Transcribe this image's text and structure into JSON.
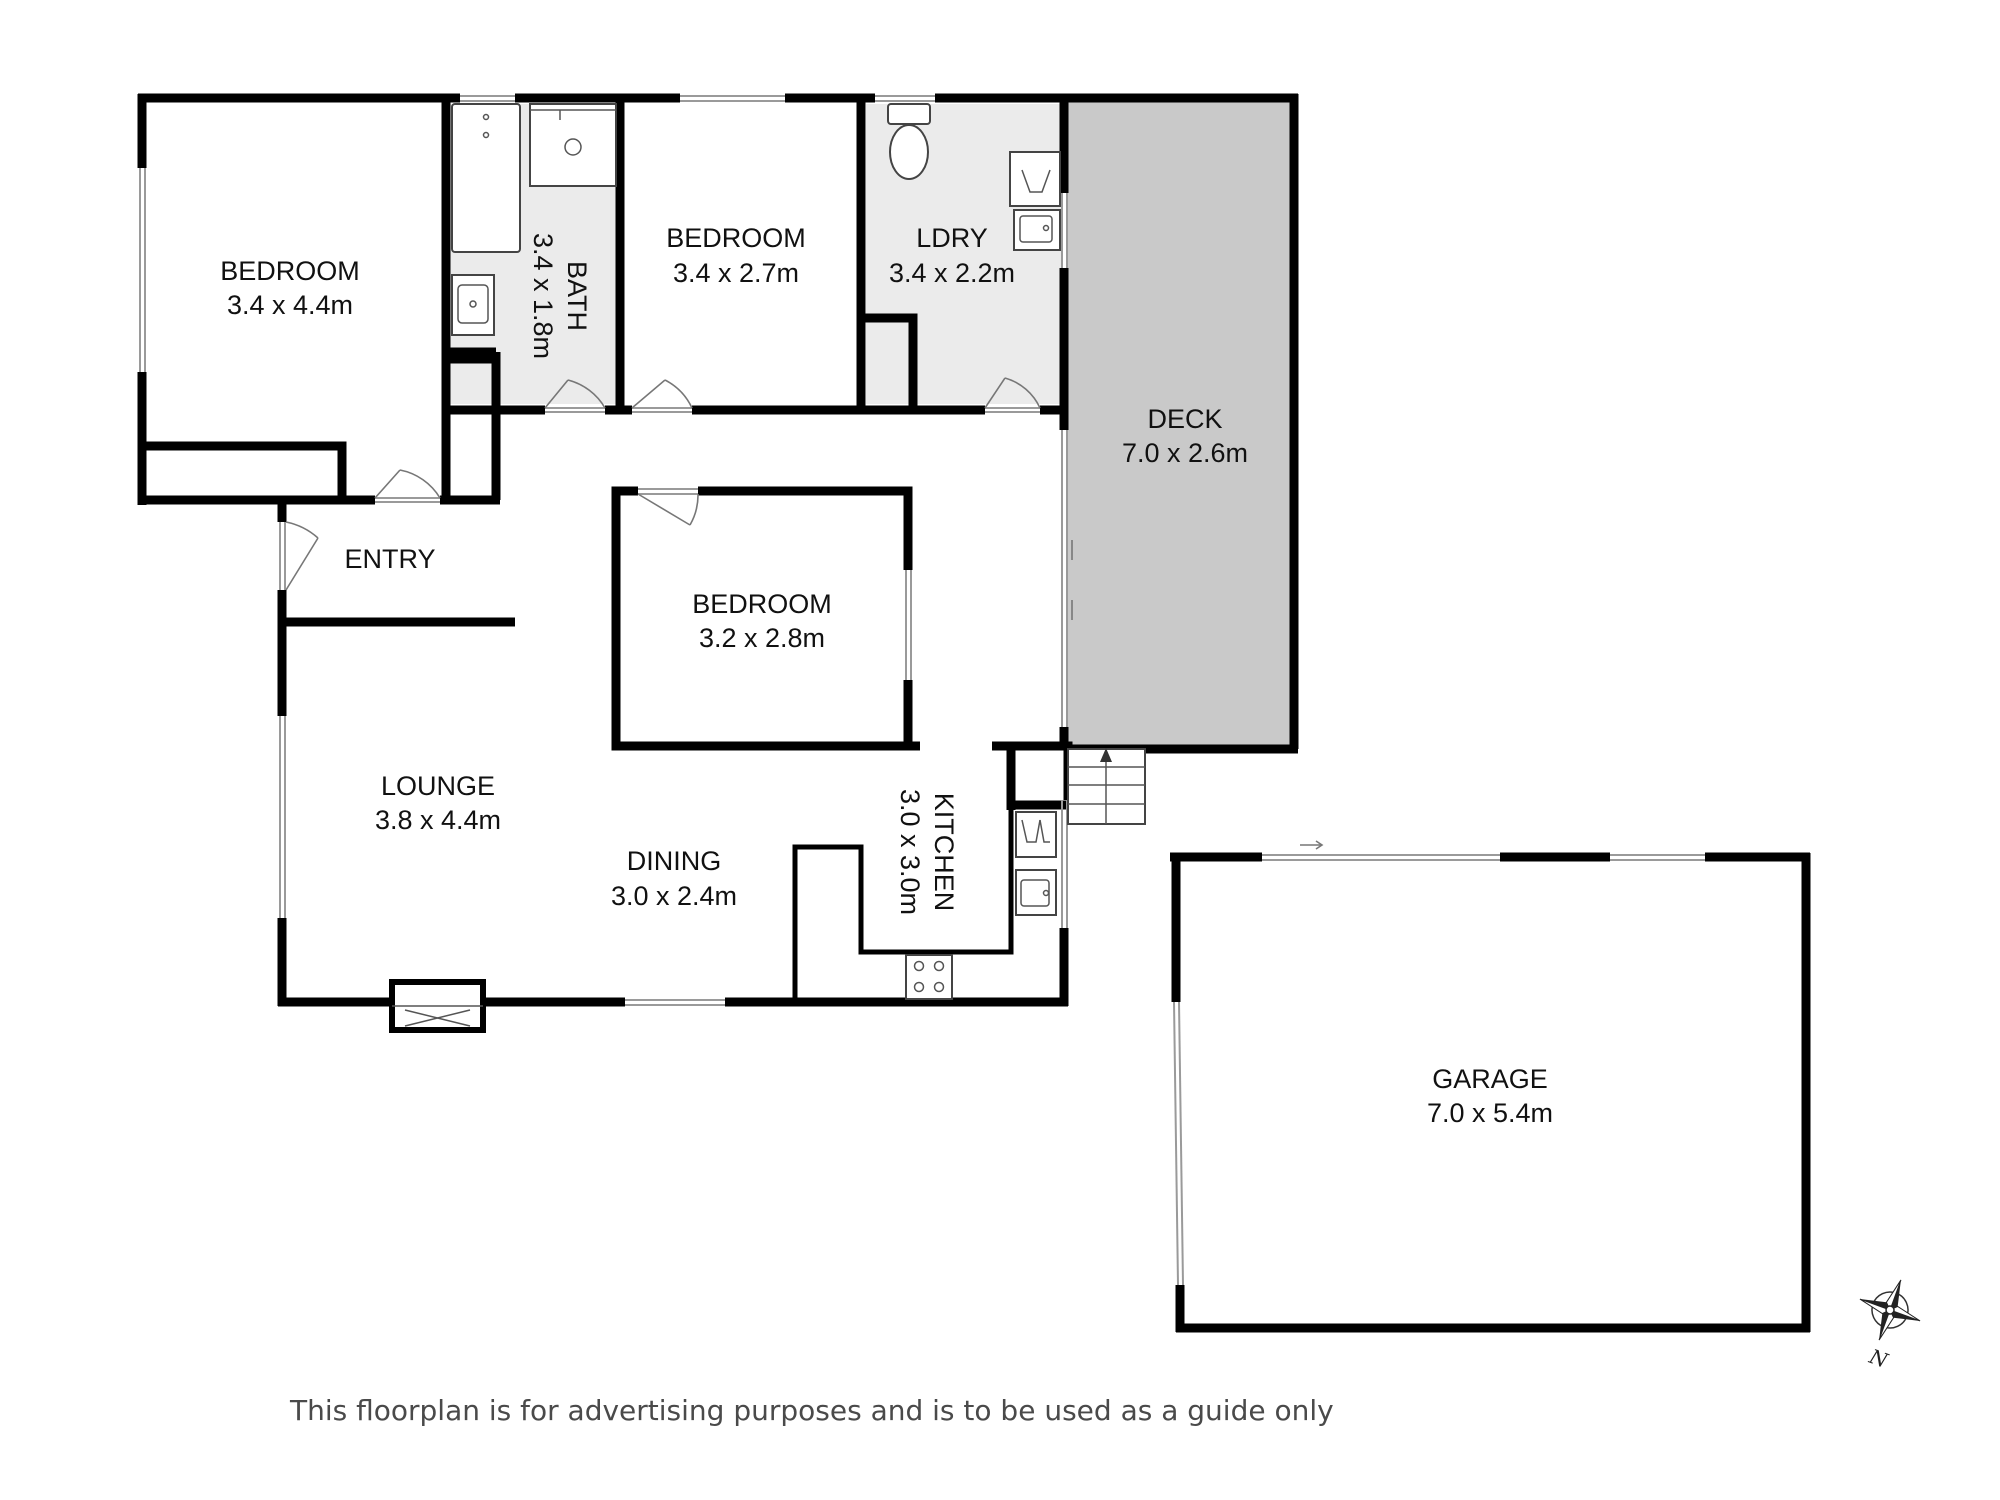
{
  "rooms": {
    "bedroom1": {
      "name": "BEDROOM",
      "size": "3.4 x 4.4m"
    },
    "bath": {
      "name": "BATH",
      "size": "3.4 x 1.8m"
    },
    "bedroom2": {
      "name": "BEDROOM",
      "size": "3.4 x 2.7m"
    },
    "laundry": {
      "name": "LDRY",
      "size": "3.4 x 2.2m"
    },
    "deck": {
      "name": "DECK",
      "size": "7.0 x 2.6m"
    },
    "entry": {
      "name": "ENTRY"
    },
    "bedroom3": {
      "name": "BEDROOM",
      "size": "3.2 x 2.8m"
    },
    "lounge": {
      "name": "LOUNGE",
      "size": "3.8 x 4.4m"
    },
    "dining": {
      "name": "DINING",
      "size": "3.0 x 2.4m"
    },
    "kitchen": {
      "name": "KITCHEN",
      "size": "3.0 x 3.0m"
    },
    "garage": {
      "name": "GARAGE",
      "size": "7.0 x 5.4m"
    }
  },
  "compass": {
    "label": "N"
  },
  "disclaimer": "This floorplan is for advertising purposes and is to be used as a guide only",
  "colors": {
    "wall": "#000000",
    "laundry_floor": "#ebebeb",
    "bath_floor": "#ebebeb",
    "deck_floor": "#c9c9c9",
    "text": "#111111"
  }
}
